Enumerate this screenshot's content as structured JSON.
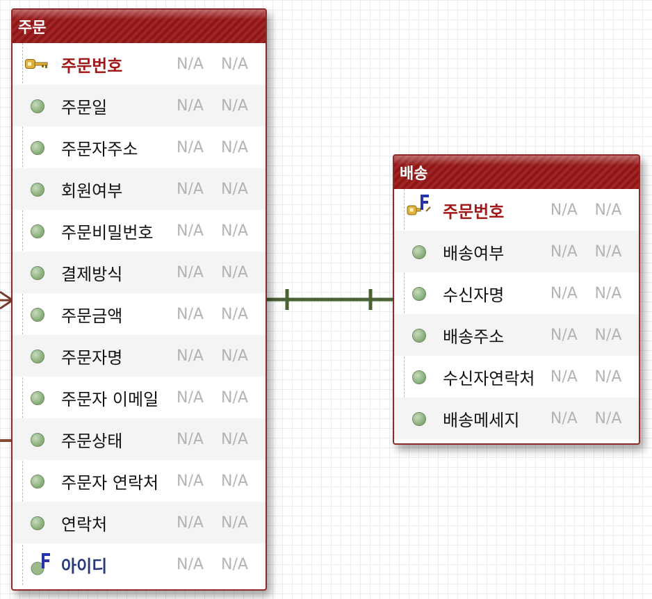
{
  "order_entity": {
    "title": "주문",
    "fields": [
      {
        "name": "주문번호",
        "kind": "pk",
        "col1": "N/A",
        "col2": "N/A"
      },
      {
        "name": "주문일",
        "kind": "attr",
        "col1": "N/A",
        "col2": "N/A"
      },
      {
        "name": "주문자주소",
        "kind": "attr",
        "col1": "N/A",
        "col2": "N/A"
      },
      {
        "name": "회원여부",
        "kind": "attr",
        "col1": "N/A",
        "col2": "N/A"
      },
      {
        "name": "주문비밀번호",
        "kind": "attr",
        "col1": "N/A",
        "col2": "N/A"
      },
      {
        "name": "결제방식",
        "kind": "attr",
        "col1": "N/A",
        "col2": "N/A"
      },
      {
        "name": "주문금액",
        "kind": "attr",
        "col1": "N/A",
        "col2": "N/A"
      },
      {
        "name": "주문자명",
        "kind": "attr",
        "col1": "N/A",
        "col2": "N/A"
      },
      {
        "name": "주문자 이메일",
        "kind": "attr",
        "col1": "N/A",
        "col2": "N/A"
      },
      {
        "name": "주문상태",
        "kind": "attr",
        "col1": "N/A",
        "col2": "N/A"
      },
      {
        "name": "주문자 연락처",
        "kind": "attr",
        "col1": "N/A",
        "col2": "N/A"
      },
      {
        "name": "연락처",
        "kind": "attr",
        "col1": "N/A",
        "col2": "N/A"
      },
      {
        "name": "아이디",
        "kind": "fk",
        "col1": "N/A",
        "col2": "N/A"
      }
    ]
  },
  "delivery_entity": {
    "title": "배송",
    "fields": [
      {
        "name": "주문번호",
        "kind": "pfk",
        "col1": "N/A",
        "col2": "N/A"
      },
      {
        "name": "배송여부",
        "kind": "attr",
        "col1": "N/A",
        "col2": "N/A"
      },
      {
        "name": "수신자명",
        "kind": "attr",
        "col1": "N/A",
        "col2": "N/A"
      },
      {
        "name": "배송주소",
        "kind": "attr",
        "col1": "N/A",
        "col2": "N/A"
      },
      {
        "name": "수신자연락처",
        "kind": "attr",
        "col1": "N/A",
        "col2": "N/A"
      },
      {
        "name": "배송메세지",
        "kind": "attr",
        "col1": "N/A",
        "col2": "N/A"
      }
    ]
  },
  "relationship": {
    "type": "one-to-one",
    "from": "주문",
    "to": "배송"
  },
  "colors": {
    "header": "#8e1616",
    "border": "#8f2a2a",
    "pk_text": "#a01818",
    "fk_text": "#263a7a",
    "connector": "#4a6133",
    "na_text": "#b4b4b4"
  }
}
